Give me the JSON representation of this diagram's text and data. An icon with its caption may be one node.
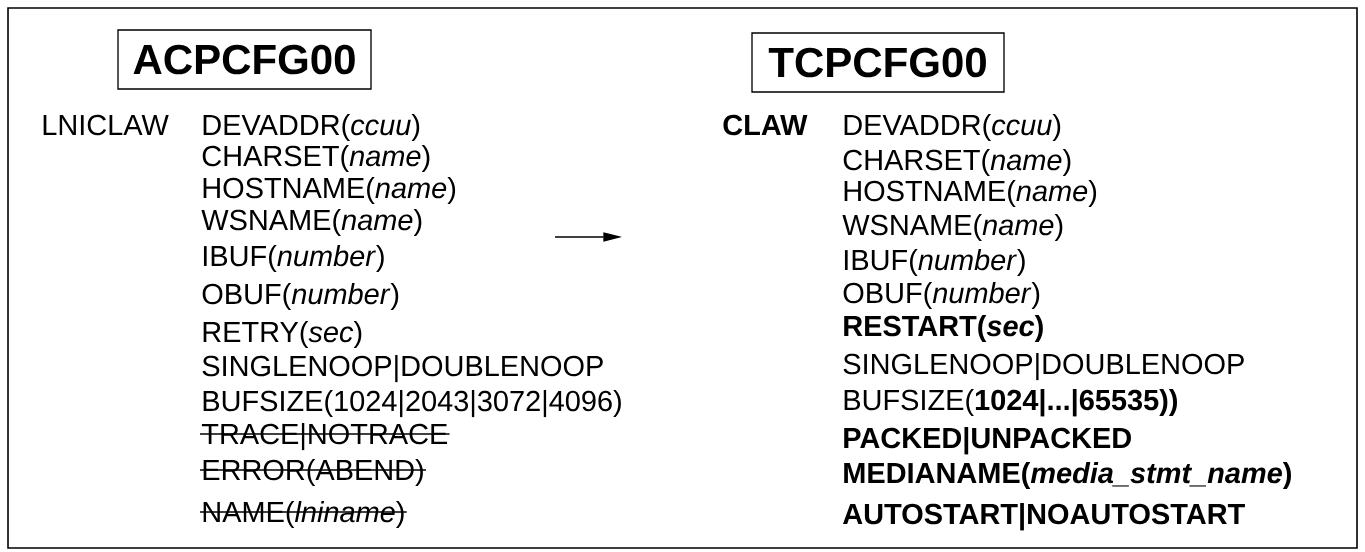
{
  "diagram": {
    "nodes": [
      {
        "text": [
          "ACPCFG00"
        ]
      },
      {
        "text": [
          "TCPCFG00"
        ]
      }
    ],
    "labels": [
      "LNICLAW",
      "DEVADDR(*ccuu*)",
      "CHARSET(*name*)",
      "HOSTNAME(*name*)",
      "WSNAME(*name*)",
      "IBUF(*number*)",
      "OBUF(*number*)",
      "RETRY(*sec*)",
      "SINGLENOOP|DOUBLENOOP",
      "BUFSIZE(1024|2043|3072|4096)",
      "TRACE|NOTRACE",
      "ERROR(ABEND)",
      "NAME(*lniname*)",
      "CLAW",
      "DEVADDR(*ccuu*)",
      "CHARSET(*name*)",
      "HOSTNAME(*name*)",
      "WSNAME(*name*)",
      "IBUF(*number*)",
      "OBUF(*number*)",
      "RESTART(*sec*)",
      "SINGLENOOP|DOUBLENOOP",
      "BUFSIZE(**1024|...|65535))**",
      "PACKED|UNPACKED",
      "MEDIANAME(*media_stmt_name*)",
      "AUTOSTART|NOAUTOSTART"
    ]
  }
}
